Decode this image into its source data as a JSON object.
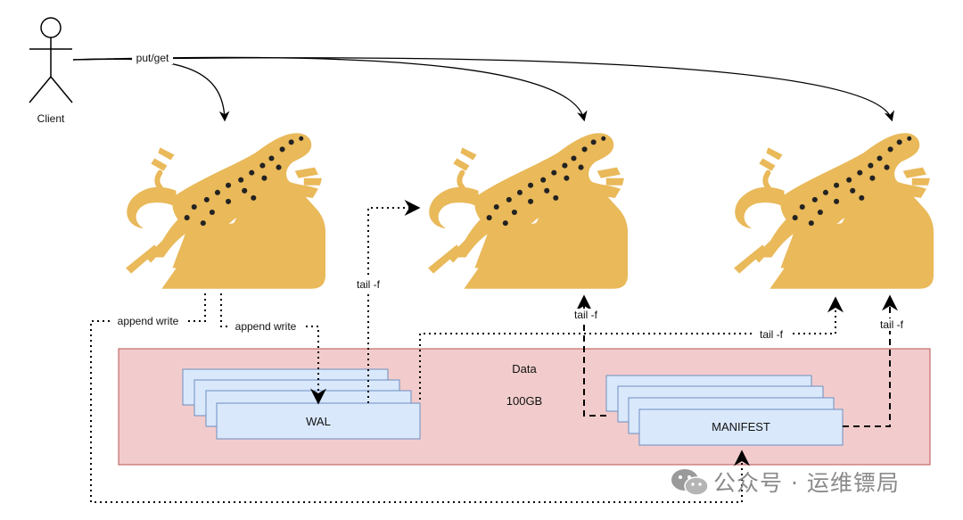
{
  "client": {
    "label": "Client"
  },
  "edges": {
    "put_get": "put/get",
    "append_write_1": "append write",
    "append_write_2": "append write",
    "tail_f_wal": "tail -f",
    "tail_f_manifest_mid": "tail -f",
    "tail_f_data_right": "tail -f",
    "tail_f_manifest_right": "tail -f"
  },
  "data_region": {
    "title": "Data",
    "size": "100GB"
  },
  "files": {
    "wal": "WAL",
    "manifest": "MANIFEST"
  },
  "nodes": [
    {
      "icon": "leopard-icon"
    },
    {
      "icon": "leopard-icon"
    },
    {
      "icon": "leopard-icon"
    }
  ],
  "watermark": {
    "text": "公众号 · 运维镖局",
    "icon": "wechat-icon"
  },
  "colors": {
    "leopard": "#E9B95A",
    "data_fill": "#F2CCCC",
    "data_stroke": "#B85450",
    "file_fill": "#DAE8FC",
    "file_stroke": "#6C8EBF",
    "line": "#000000"
  }
}
